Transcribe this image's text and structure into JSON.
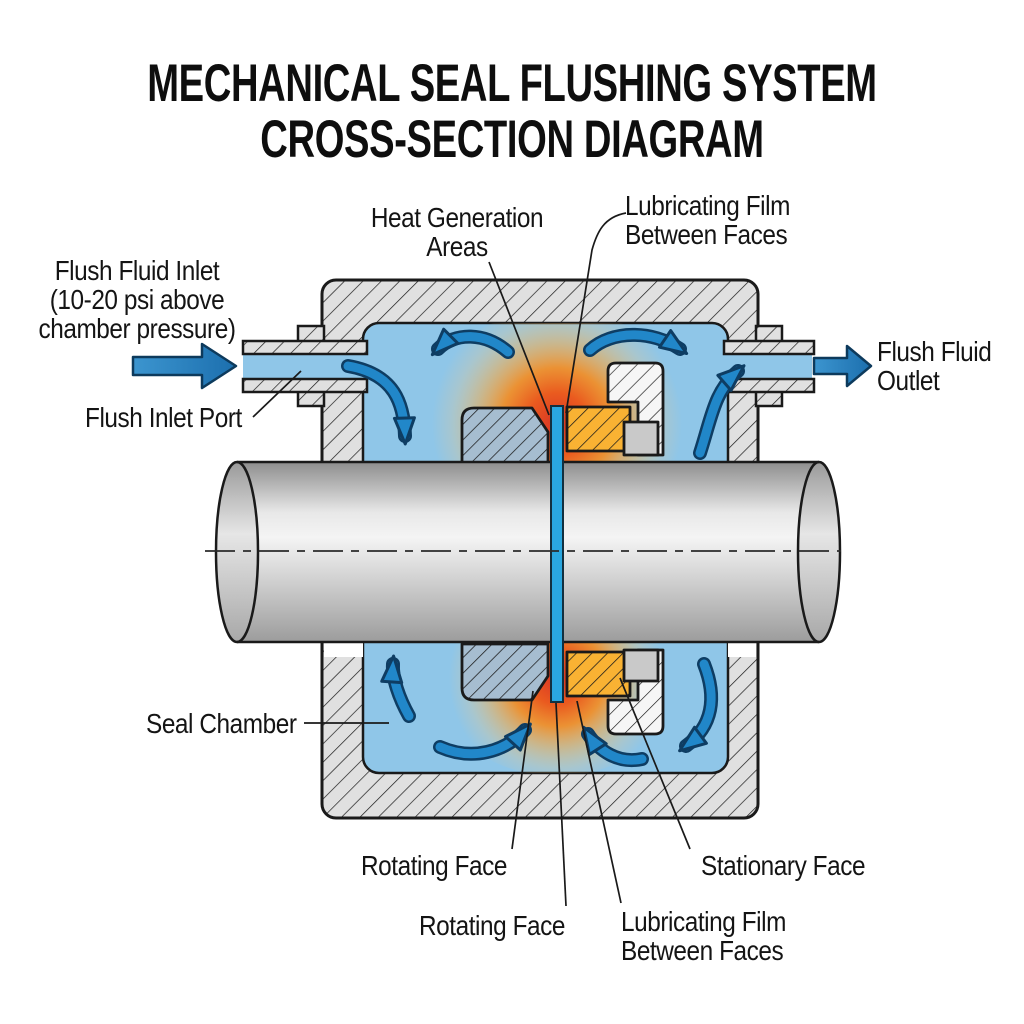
{
  "title": {
    "line1": "MECHANICAL SEAL FLUSHING SYSTEM",
    "line2": "CROSS-SECTION DIAGRAM"
  },
  "labels": {
    "flush_fluid_inlet": "Flush Fluid Inlet\n(10-20 psi above\nchamber pressure)",
    "flush_inlet_port": "Flush Inlet Port",
    "heat_generation_areas": "Heat Generation\nAreas",
    "lubricating_film_top": "Lubricating Film\nBetween Faces",
    "flush_fluid_outlet": "Flush Fluid\nOutlet",
    "seal_chamber": "Seal Chamber",
    "rotating_face_upper": "Rotating Face",
    "stationary_face": "Stationary Face",
    "rotating_face_lower": "Rotating Face",
    "lubricating_film_bottom": "Lubricating Film\nBetween Faces"
  },
  "colors": {
    "chamber_fluid": "#8FC6E8",
    "lubricating_film": "#2AA7E0",
    "flow_arrow": "#2187C9",
    "arrow_outline": "#0E3D63",
    "housing_hatch_fill": "#E0E0E0",
    "rotating_face": "#A6BDD0",
    "stationary_face": "#F9B233",
    "gland": "#F6F6F6",
    "face_holder": "#C9C9C9",
    "heat_core": "#D93425",
    "heat_mid": "#F58C20",
    "shaft_highlight": "#F4F4F4",
    "shaft_shadow": "#8E8E8E",
    "outline": "#1A1A1A",
    "text": "#141414"
  }
}
